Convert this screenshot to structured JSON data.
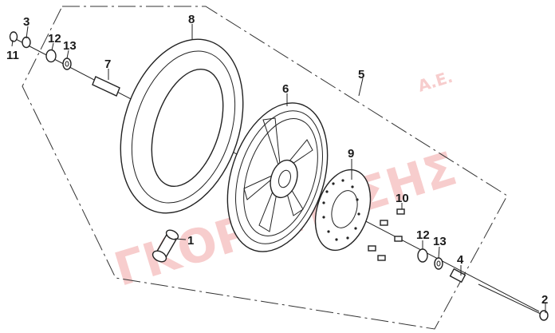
{
  "watermark": {
    "text": "ΓΚΟΡΟΠΑΣΗΣ",
    "suffix": "Α.Ε.",
    "color": "#f2a6a6"
  },
  "callouts": [
    {
      "id": "c1",
      "label": "1"
    },
    {
      "id": "c2",
      "label": "2"
    },
    {
      "id": "c3",
      "label": "3"
    },
    {
      "id": "c4",
      "label": "4"
    },
    {
      "id": "c5",
      "label": "5"
    },
    {
      "id": "c6",
      "label": "6"
    },
    {
      "id": "c7",
      "label": "7"
    },
    {
      "id": "c8",
      "label": "8"
    },
    {
      "id": "c9",
      "label": "9"
    },
    {
      "id": "c10",
      "label": "10"
    },
    {
      "id": "c11",
      "label": "11"
    },
    {
      "id": "c12a",
      "label": "12"
    },
    {
      "id": "c12b",
      "label": "12"
    },
    {
      "id": "c13a",
      "label": "13"
    },
    {
      "id": "c13b",
      "label": "13"
    }
  ]
}
